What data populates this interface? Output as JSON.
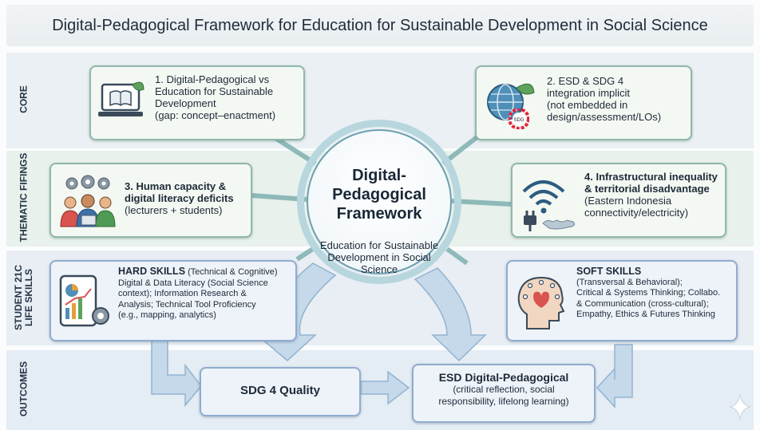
{
  "title": "Digital-Pedagogical Framework for Education for Sustainable Development in Social Science",
  "rows": {
    "core": "CORE",
    "thematic": "THEMATIC FIFINGS",
    "student_line1": "STUDENT 21C",
    "student_line2": "LIFE SKILLS",
    "outcomes": "OUTCOMES"
  },
  "center": {
    "title_line1": "Digital-",
    "title_line2": "Pedagogical",
    "title_line3": "Framework",
    "subtitle": "Education for Sustainable Development in Social Science"
  },
  "finding1": {
    "line1": "1. Digital-Pedagogical vs",
    "line2": "Education for Sustainable",
    "line3": "Development",
    "note": "(gap: concept–enactment)"
  },
  "finding2": {
    "line1": "2. ESD & SDG 4",
    "line2": "integration implicit",
    "line3": "(not embedded in",
    "line4": "design/assessment/LOs)",
    "badge": "SDG"
  },
  "finding3": {
    "line1": "3. Human capacity &",
    "line2": "digital literacy deficits",
    "note": "(lecturers + students)"
  },
  "finding4": {
    "line1": "4. Infrastructural inequality",
    "line2": "& territorial disadvantage",
    "line3": "(Eastern Indonesia",
    "line4": "connectivity/electricity)"
  },
  "hard_skills": {
    "heading": "HARD SKILLS",
    "heading_note": "(Technical & Cognitive)",
    "line1": "Digital & Data Literacy (Social Science",
    "line2": "context); Information Research &",
    "line3": "Analysis; Technical Tool Proficiency",
    "line4": "(e.g., mapping, analytics)"
  },
  "soft_skills": {
    "heading": "SOFT SKILLS",
    "line1": "(Transversal & Behavioral);",
    "line2": "Critical & Systems Thinking; Collabo.",
    "line3": "& Communication (cross-cultural);",
    "line4": "Empathy, Ethics & Futures Thinking"
  },
  "outcome_sdg": "SDG 4 Quality",
  "outcome_esd": {
    "title": "ESD Digital-Pedagogical",
    "line1": "(critical reflection, social",
    "line2": "responsibility, lifelong learning)"
  },
  "icons": [
    "laptop-book-icon",
    "globe-leaf-icon",
    "sdg-wheel-icon",
    "gears-people-icon",
    "wifi-icon",
    "plug-icon",
    "map-icon",
    "tablet-chart-icon",
    "head-heart-icon",
    "sparkle-icon"
  ],
  "colors": {
    "green_border": "#8fb8ac",
    "blue_border": "#90acd0",
    "arrow_fill": "#c5d9ea",
    "ring": "#b7d6de"
  }
}
